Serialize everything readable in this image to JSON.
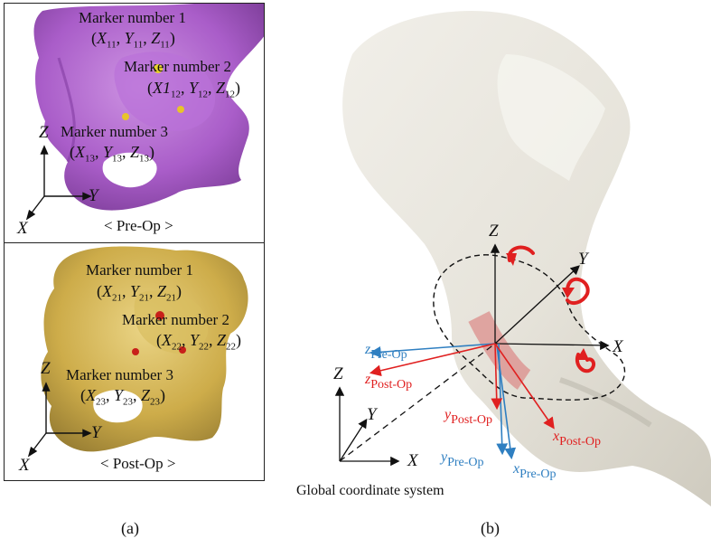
{
  "panel_a": {
    "pre_op": {
      "marker1": {
        "label": "Marker number 1",
        "x": "X",
        "xs": "11",
        "y": "Y",
        "ys": "11",
        "z": "Z",
        "zs": "11"
      },
      "marker2": {
        "label": "Marker number 2",
        "x": "X1",
        "xs": "12",
        "y": "Y",
        "ys": "12",
        "z": "Z",
        "zs": "12"
      },
      "marker3": {
        "label": "Marker number 3",
        "x": "X",
        "xs": "13",
        "y": "Y",
        "ys": "13",
        "z": "Z",
        "zs": "13"
      },
      "caption": "< Pre-Op >",
      "axes": {
        "z": "Z",
        "y": "Y",
        "x": "X"
      }
    },
    "post_op": {
      "marker1": {
        "label": "Marker number 1",
        "x": "X",
        "xs": "21",
        "y": "Y",
        "ys": "21",
        "z": "Z",
        "zs": "21"
      },
      "marker2": {
        "label": "Marker number 2",
        "x": "X",
        "xs": "22",
        "y": "Y",
        "ys": "22",
        "z": "Z",
        "zs": "22"
      },
      "marker3": {
        "label": "Marker number 3",
        "x": "X",
        "xs": "23",
        "y": "Y",
        "ys": "23",
        "z": "Z",
        "zs": "23"
      },
      "caption": "< Post-Op >",
      "axes": {
        "z": "Z",
        "y": "Y",
        "x": "X"
      }
    },
    "tag": "(a)"
  },
  "panel_b": {
    "local_axes": {
      "z": "Z",
      "y": "Y",
      "x": "X"
    },
    "global_axes": {
      "z": "Z",
      "y": "Y",
      "x": "X"
    },
    "global_caption": "Global coordinate system",
    "frames": {
      "z_pre": {
        "base": "z",
        "sub": "Pre-Op"
      },
      "z_post": {
        "base": "z",
        "sub": "Post-Op"
      },
      "y_post": {
        "base": "y",
        "sub": "Post-Op"
      },
      "y_pre": {
        "base": "y",
        "sub": "Pre-Op"
      },
      "x_pre": {
        "base": "x",
        "sub": "Pre-Op"
      },
      "x_post": {
        "base": "x",
        "sub": "Post-Op"
      }
    },
    "tag": "(b)"
  },
  "colors": {
    "pre_op_bone": "#a64fc4",
    "post_op_bone": "#c9a93a",
    "pre_op_frame": "#2f7fc1",
    "post_op_frame": "#e02020",
    "rotation": "#e02020",
    "bone_b": "#ebe9e2"
  }
}
